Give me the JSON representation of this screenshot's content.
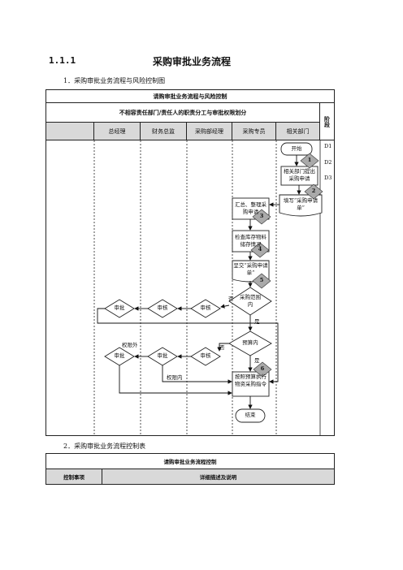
{
  "section": {
    "number": "1.1.1",
    "title": "采购审批业务流程"
  },
  "subtitle_1": "1．采购审批业务流程与风险控制图",
  "flow_table": {
    "title": "请购审批业务流程与风险控制",
    "header": "不相容责任部门/责任人的职责分工与审批权限划分",
    "stage_label": "阶段",
    "columns": [
      "总经理",
      "财务总监",
      "采购部经理",
      "采购专员",
      "相关部门"
    ]
  },
  "stages": [
    "D1",
    "D2",
    "D3"
  ],
  "nodes": {
    "start": "开始",
    "dept_request": "相关部门提出采购申请",
    "fill_form": "填写“采购申请单”",
    "summarize": "汇总、整理采购申请",
    "check_stock": "检查库存物料储存情况",
    "submit_form": "呈交“采购申请单”",
    "in_scope": "采购范围内",
    "approve_gm": "审批",
    "review_cfo": "审核",
    "review_mgr": "审核",
    "approve_gm2": "审批",
    "approve_cfo2": "审批",
    "review_mgr2": "审核",
    "in_budget": "预算内",
    "execute": "按照预算执行物资采购指令",
    "end": "结束"
  },
  "edge_labels": {
    "no": "否",
    "yes_1": "是",
    "yes_2": "是",
    "out_of_limit": "权限外",
    "within_limit": "权限内"
  },
  "badges": [
    "1",
    "2",
    "3",
    "4",
    "5",
    "6"
  ],
  "subtitle_2": "2．采购审批业务流程控制表",
  "control_table": {
    "title": "请购审批业务流程控制",
    "col1": "控制事项",
    "col2": "详细描述及说明"
  }
}
